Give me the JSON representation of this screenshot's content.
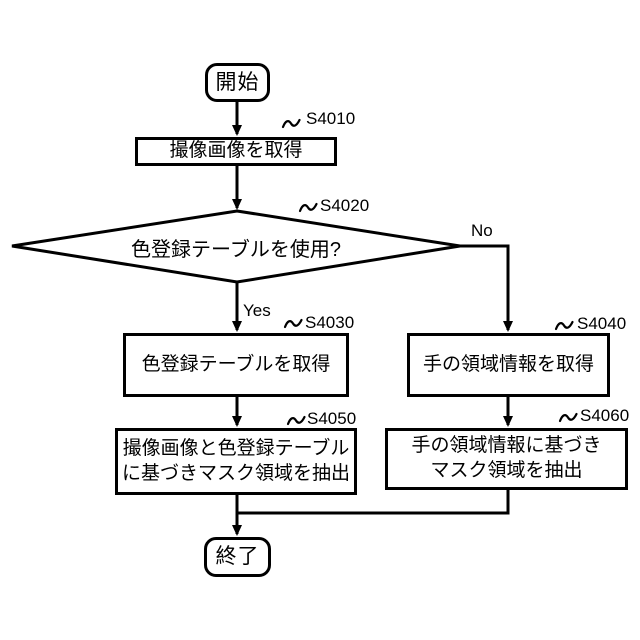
{
  "figure": {
    "type": "flowchart",
    "background_color": "#ffffff",
    "line_color": "#000000",
    "text_color": "#000000",
    "nodes": {
      "start": {
        "shape": "terminal",
        "label": "開始"
      },
      "s4010": {
        "shape": "process",
        "step_id": "S4010",
        "label": "撮像画像を取得"
      },
      "s4020": {
        "shape": "decision",
        "step_id": "S4020",
        "label": "色登録テーブルを使用?"
      },
      "s4030": {
        "shape": "process",
        "step_id": "S4030",
        "label": "色登録テーブルを取得"
      },
      "s4040": {
        "shape": "process",
        "step_id": "S4040",
        "label": "手の領域情報を取得"
      },
      "s4050": {
        "shape": "process",
        "step_id": "S4050",
        "label_line1": "撮像画像と色登録テーブル",
        "label_line2": "に基づきマスク領域を抽出"
      },
      "s4060": {
        "shape": "process",
        "step_id": "S4060",
        "label_line1": "手の領域情報に基づき",
        "label_line2": "マスク領域を抽出"
      },
      "end": {
        "shape": "terminal",
        "label": "終了"
      }
    },
    "branches": {
      "yes_label": "Yes",
      "no_label": "No"
    },
    "flow": [
      "start -> s4010",
      "s4010 -> s4020",
      "s4020 -Yes-> s4030",
      "s4020 -No-> s4040",
      "s4030 -> s4050",
      "s4040 -> s4060",
      "s4050 -> end",
      "s4060 -> end"
    ]
  }
}
